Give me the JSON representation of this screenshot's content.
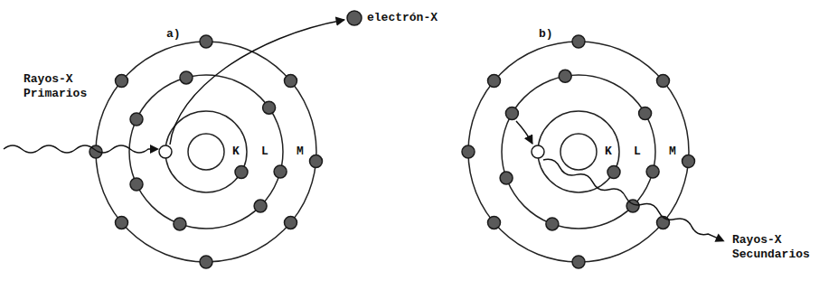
{
  "diagram": {
    "labels": [
      "a)",
      "electrón-X",
      "Rayos-X Primarios",
      "K",
      "L",
      "M",
      "b)",
      "K",
      "L",
      "M",
      "Rayos-X Secundarios"
    ]
  }
}
